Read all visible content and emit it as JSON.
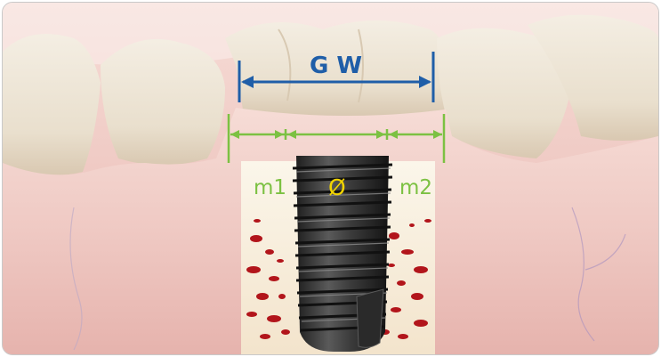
{
  "labels": {
    "gap_width": "G W",
    "margin_left": "m1",
    "diameter": "Ø",
    "margin_right": "m2"
  },
  "colors": {
    "gap_width_line": "#1f5ea8",
    "margin_lines": "#7cc142",
    "diameter_text": "#f2d400",
    "gum": "#f0cfca",
    "tooth": "#efe8dc",
    "bone": "#f7efdc",
    "bone_spots": "#b2151b",
    "implant": "#3b3b3b"
  },
  "icons": [
    "dental-implant-icon",
    "tooth-icon"
  ]
}
